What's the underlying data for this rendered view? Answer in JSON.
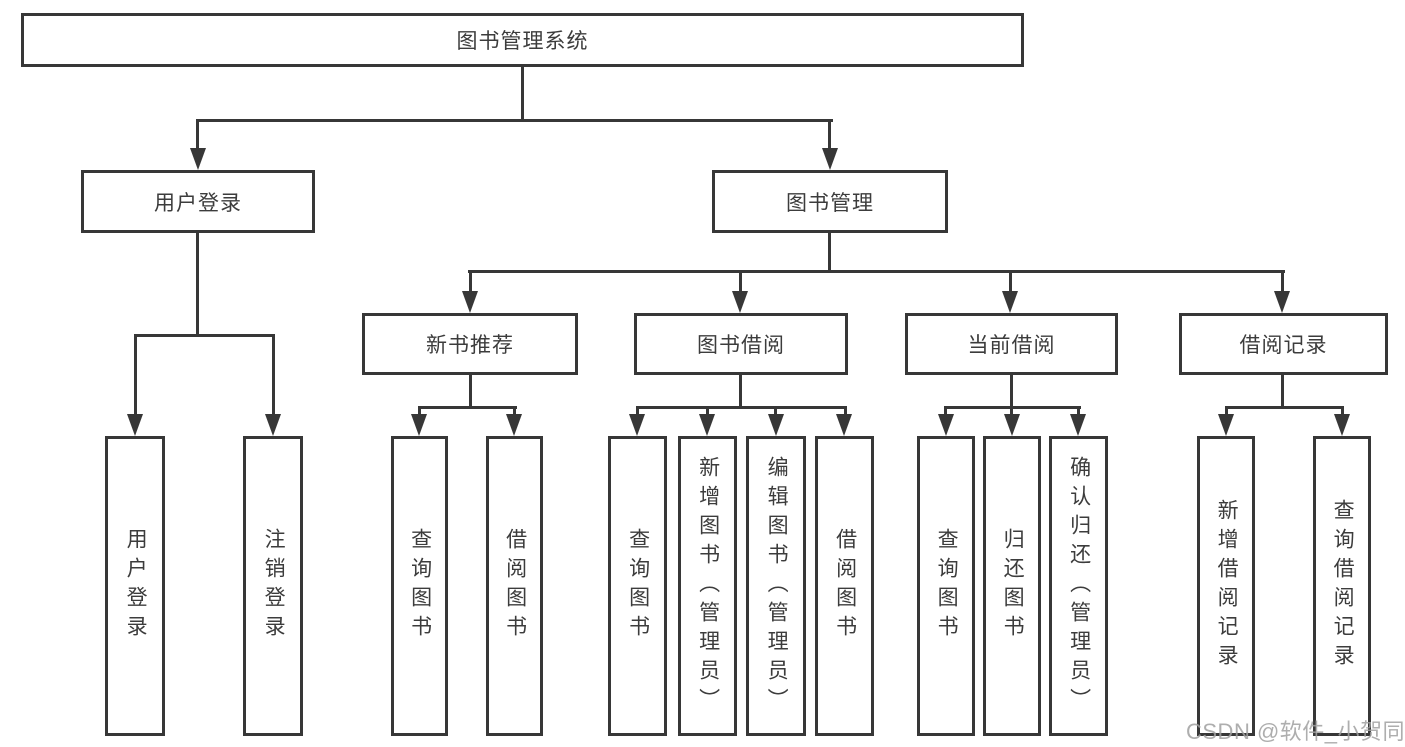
{
  "diagram": {
    "type": "function-structure-tree",
    "colors": {
      "background": "#ffffff",
      "line": "#373737",
      "box_border": "#373737",
      "text": "#3c3c3c",
      "watermark": "#a0a0a0"
    }
  },
  "tree": {
    "label": "图书管理系统",
    "children": [
      {
        "label": "用户登录",
        "children": [
          {
            "label": "用户登录"
          },
          {
            "label": "注销登录"
          }
        ]
      },
      {
        "label": "图书管理",
        "children": [
          {
            "label": "新书推荐",
            "children": [
              {
                "label": "查询图书"
              },
              {
                "label": "借阅图书"
              }
            ]
          },
          {
            "label": "图书借阅",
            "children": [
              {
                "label": "查询图书"
              },
              {
                "label": "新增图书（管理员）"
              },
              {
                "label": "编辑图书（管理员）"
              },
              {
                "label": "借阅图书"
              }
            ]
          },
          {
            "label": "当前借阅",
            "children": [
              {
                "label": "查询图书"
              },
              {
                "label": "归还图书"
              },
              {
                "label": "确认归还（管理员）"
              }
            ]
          },
          {
            "label": "借阅记录",
            "children": [
              {
                "label": "新增借阅记录"
              },
              {
                "label": "查询借阅记录"
              }
            ]
          }
        ]
      }
    ]
  },
  "watermark": {
    "text": "CSDN @软件_小贺同学"
  }
}
